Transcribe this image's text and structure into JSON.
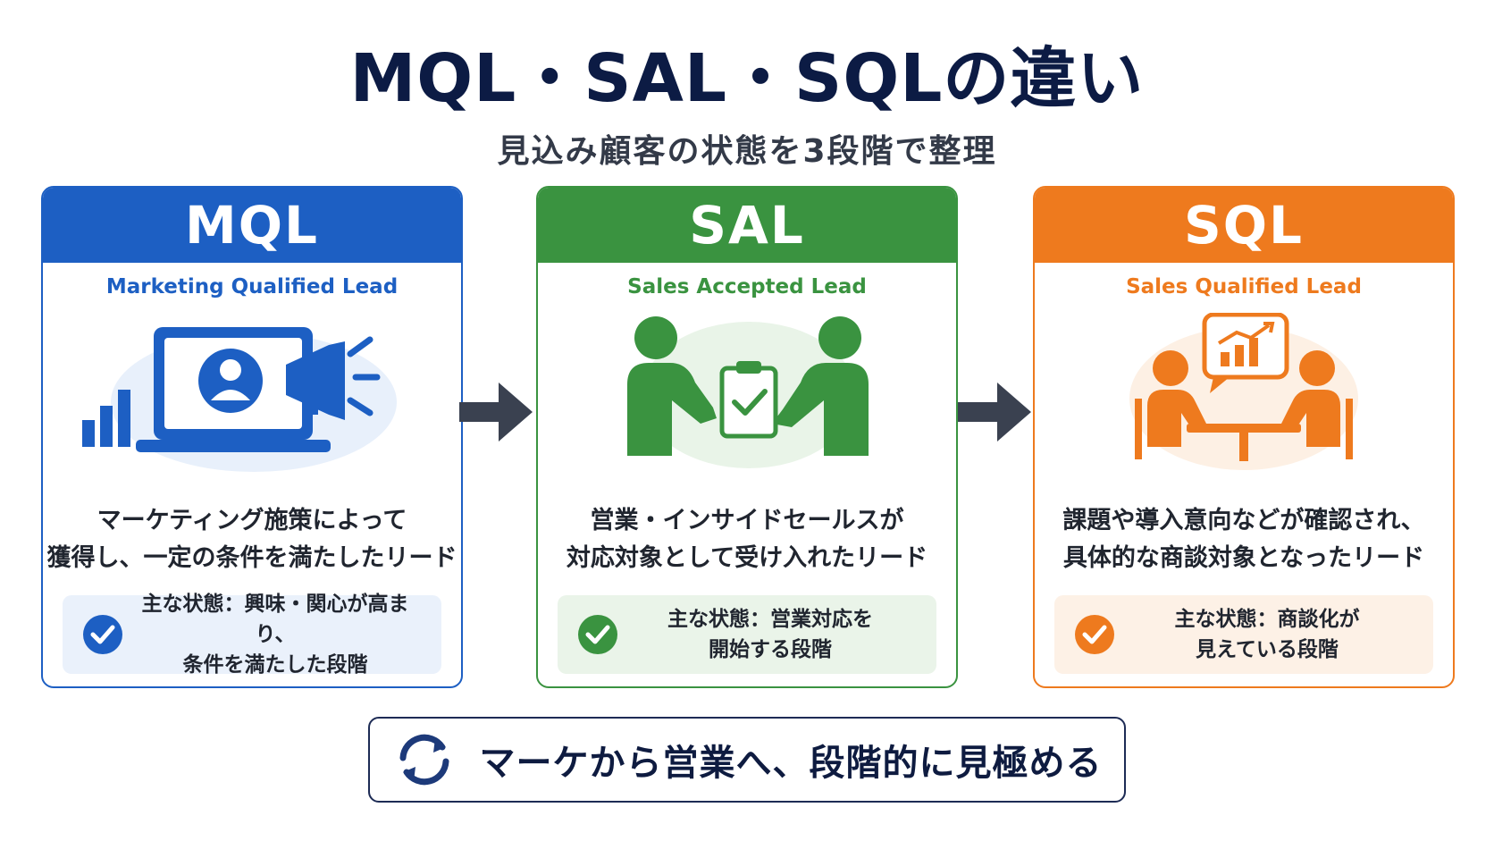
{
  "title": "MQL・SAL・SQLの違い",
  "subtitle": "見込み顧客の状態を3段階で整理",
  "cards": [
    {
      "key": "MQL",
      "color": "#1d5fc3",
      "en": "Marketing Qualified Lead",
      "desc_line1": "マーケティング施策によって",
      "desc_line2": "獲得し、一定の条件を満たしたリード",
      "status_line1": "主な状態：興味・関心が高まり、",
      "status_line2": "条件を満たした段階",
      "icon": "laptop-megaphone-icon"
    },
    {
      "key": "SAL",
      "color": "#3a9340",
      "en": "Sales Accepted Lead",
      "desc_line1": "営業・インサイドセールスが",
      "desc_line2": "対応対象として受け入れたリード",
      "status_line1": "主な状態：営業対応を",
      "status_line2": "開始する段階",
      "icon": "handover-clipboard-icon"
    },
    {
      "key": "SQL",
      "color": "#ee7a1e",
      "en": "Sales Qualified Lead",
      "desc_line1": "課題や導入意向などが確認され、",
      "desc_line2": "具体的な商談対象となったリード",
      "status_line1": "主な状態：商談化が",
      "status_line2": "見えている段階",
      "icon": "meeting-chart-icon"
    }
  ],
  "footer": {
    "text": "マーケから営業へ、段階的に見極める",
    "icon": "refresh-cycle-icon"
  }
}
